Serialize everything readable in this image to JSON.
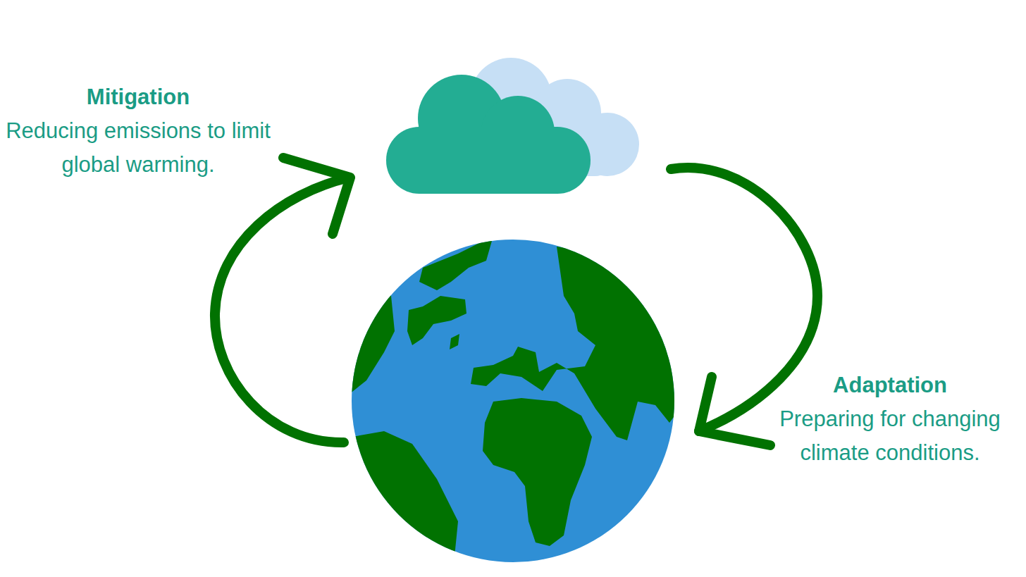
{
  "diagram": {
    "labels": [
      "Mitigation",
      "Reducing emissions to limit global warming.",
      "Adaptation",
      "Preparing for changing climate conditions."
    ]
  }
}
